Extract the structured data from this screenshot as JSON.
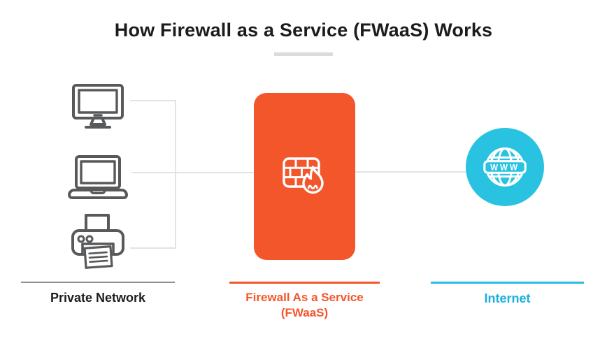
{
  "title": "How Firewall as a Service (FWaaS) Works",
  "sections": {
    "private_network": {
      "label": "Private Network",
      "devices": [
        "desktop-computer",
        "laptop",
        "printer"
      ],
      "label_color": "#1d1d1d",
      "line_color": "#8d8f92",
      "icon_color": "#58595b"
    },
    "fwaas": {
      "label_line1": "Firewall As a Service",
      "label_line2": "(FWaaS)",
      "box_color": "#f4562b",
      "icon": "firewall-flame-icon"
    },
    "internet": {
      "label": "Internet",
      "circle_color": "#29c3e1",
      "label_color": "#1bafe0",
      "globe_text": "WWW",
      "icon": "globe-www-icon"
    }
  },
  "connector_color": "#e3e3e3"
}
